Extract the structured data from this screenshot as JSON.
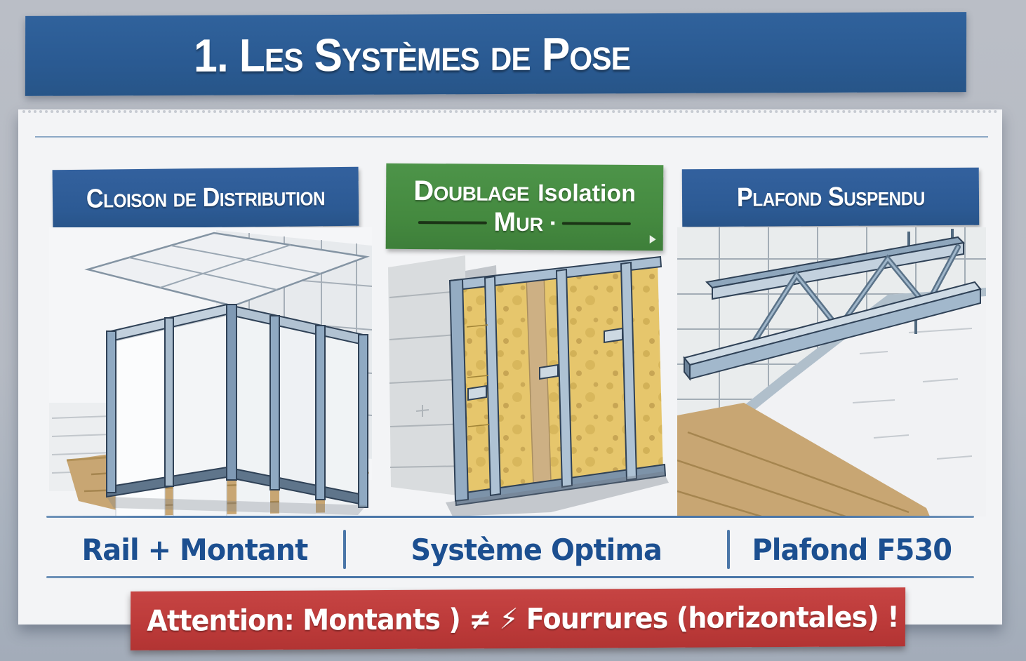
{
  "header": {
    "title": "1. Les Systèmes de Pose"
  },
  "columns": [
    {
      "banner": "Cloison de Distribution",
      "caption": "Rail + Montant",
      "illustration": "metal-stud-partition-frame"
    },
    {
      "banner_strong": "Doublage",
      "banner_rest": "Isolation",
      "banner_line2": "Mur",
      "banner_bullet": "▪",
      "caption": "Système Optima",
      "illustration": "wall-doubling-insulation"
    },
    {
      "banner": "Plafond Suspendu",
      "caption": "Plafond F530",
      "illustration": "suspended-ceiling-frame"
    }
  ],
  "warning": {
    "icon": "warning-triangle-icon",
    "text": "Attention: Montants ) ≠ ⚡ Fourrures (horizontales) !"
  },
  "colors": {
    "header_blue": "#2b5c92",
    "label_blue": "#2e5c97",
    "green": "#46913f",
    "red": "#bf3d3c",
    "caption_blue": "#1c4f90",
    "warning_yellow": "#f2cf1d",
    "insulation_yellow": "#e4c469",
    "steel_blue": "#8fa9c2",
    "background_gray": "#b3b8c1",
    "card_white": "#f3f4f6"
  }
}
